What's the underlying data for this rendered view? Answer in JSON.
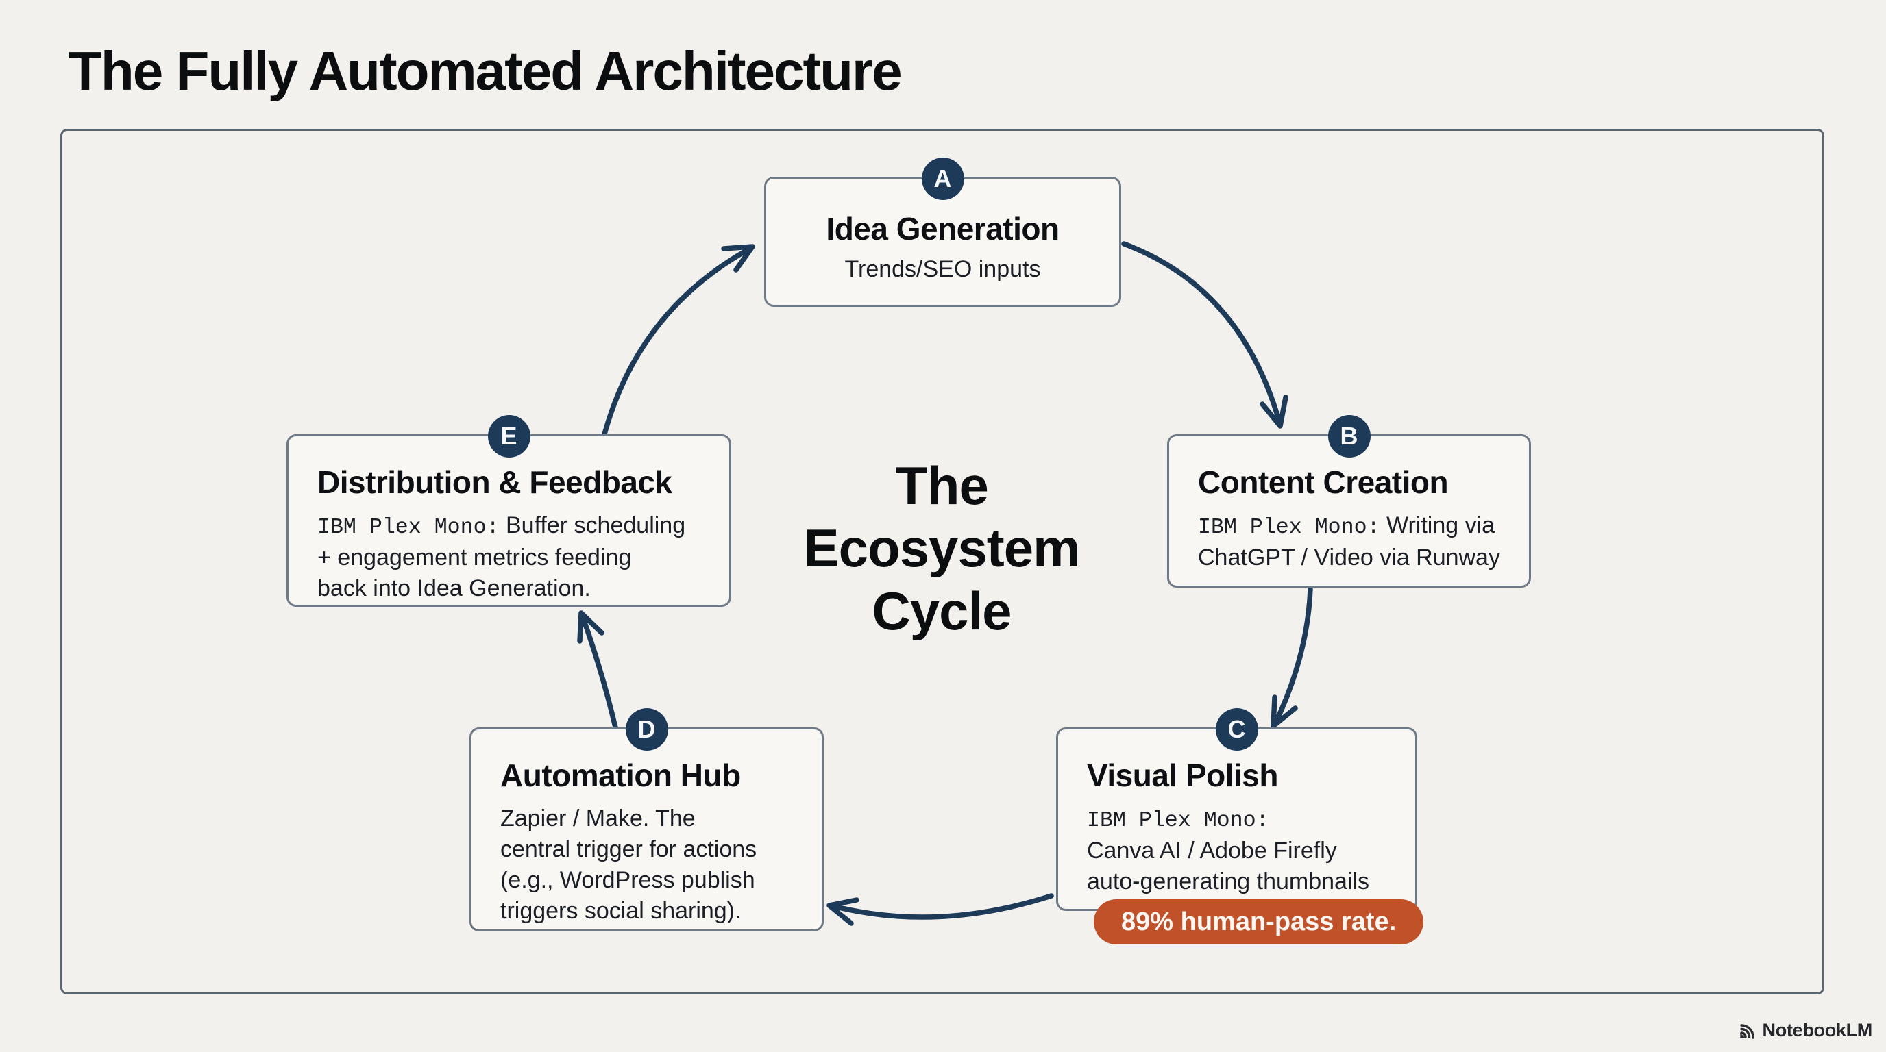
{
  "page": {
    "title": "The Fully Automated Architecture"
  },
  "center_label": {
    "lines": [
      "The",
      "Ecosystem",
      "Cycle"
    ]
  },
  "colors": {
    "background": "#f2f1ee",
    "box_fill": "#f8f7f4",
    "box_border": "#6f7a87",
    "frame_border": "#5c6670",
    "accent_navy": "#1d3a59",
    "accent_orange": "#c05129"
  },
  "nodes": [
    {
      "badge": "A",
      "title": "Idea Generation",
      "body_lines": [
        [
          {
            "t": "Trends/SEO inputs",
            "mono": false
          }
        ]
      ]
    },
    {
      "badge": "B",
      "title": "Content Creation",
      "body_lines": [
        [
          {
            "t": "IBM Plex Mono:",
            "mono": true
          },
          {
            "t": " Writing via",
            "mono": false
          }
        ],
        [
          {
            "t": "ChatGPT / Video via Runway",
            "mono": false
          }
        ]
      ]
    },
    {
      "badge": "C",
      "title": "Visual Polish",
      "body_lines": [
        [
          {
            "t": "IBM Plex Mono:",
            "mono": true
          }
        ],
        [
          {
            "t": "Canva AI / Adobe Firefly",
            "mono": false
          }
        ],
        [
          {
            "t": "auto-generating thumbnails",
            "mono": false
          }
        ]
      ],
      "stat_label": "89% human-pass rate."
    },
    {
      "badge": "D",
      "title": "Automation Hub",
      "body_lines": [
        [
          {
            "t": "Zapier / Make. The",
            "mono": false
          }
        ],
        [
          {
            "t": "central trigger for actions",
            "mono": false
          }
        ],
        [
          {
            "t": "(e.g., WordPress publish",
            "mono": false
          }
        ],
        [
          {
            "t": "triggers social sharing).",
            "mono": false
          }
        ]
      ]
    },
    {
      "badge": "E",
      "title": "Distribution & Feedback",
      "body_lines": [
        [
          {
            "t": "IBM Plex Mono:",
            "mono": true
          },
          {
            "t": " Buffer scheduling",
            "mono": false
          }
        ],
        [
          {
            "t": "+ engagement metrics feeding",
            "mono": false
          }
        ],
        [
          {
            "t": "back into Idea Generation.",
            "mono": false
          }
        ]
      ]
    }
  ],
  "watermark": {
    "brand": "NotebookLM"
  }
}
